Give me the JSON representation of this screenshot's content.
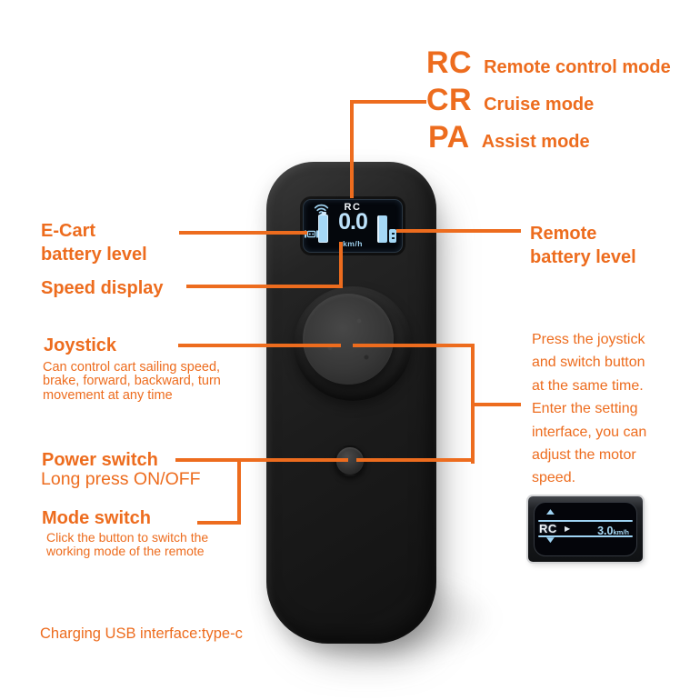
{
  "colors": {
    "accent_orange": "#ed6c1e",
    "screen_blue": "#a0d2f0",
    "screen_blue_bright": "#bde2fb",
    "screen_white": "#f2f5f8",
    "device_black": "#1b1b1b"
  },
  "mode_legend": [
    {
      "code": "RC",
      "label": "Remote control mode"
    },
    {
      "code": "CR",
      "label": "Cruise mode"
    },
    {
      "code": "PA",
      "label": "Assist mode"
    }
  ],
  "device_screen": {
    "mode": "RC",
    "speed": "0.0",
    "unit": "km/h"
  },
  "annotations": {
    "ecart_battery": {
      "line1": "E-Cart",
      "line2": "battery level"
    },
    "speed_display": "Speed display",
    "joystick": {
      "title": "Joystick",
      "desc": [
        "Can control cart sailing speed,",
        "brake, forward, backward, turn",
        "movement at any time"
      ]
    },
    "power_switch": {
      "title": "Power switch",
      "subtitle": "Long press ON/OFF"
    },
    "mode_switch": {
      "title": "Mode switch",
      "desc": [
        "Click the button to switch the",
        "working mode of the remote"
      ]
    },
    "remote_battery": {
      "line1": "Remote",
      "line2": "battery level"
    },
    "settings_note": [
      "Press the joystick",
      "and switch button",
      "at the same time.",
      "Enter the setting",
      "interface, you can",
      "adjust the motor",
      "speed."
    ],
    "usb_note": "Charging USB interface:type-c"
  },
  "setting_screen": {
    "mode": "RC",
    "pointer": "▶",
    "value": "3.0",
    "unit": "km/h",
    "up_arrow": "▲",
    "down_arrow": "▼"
  }
}
